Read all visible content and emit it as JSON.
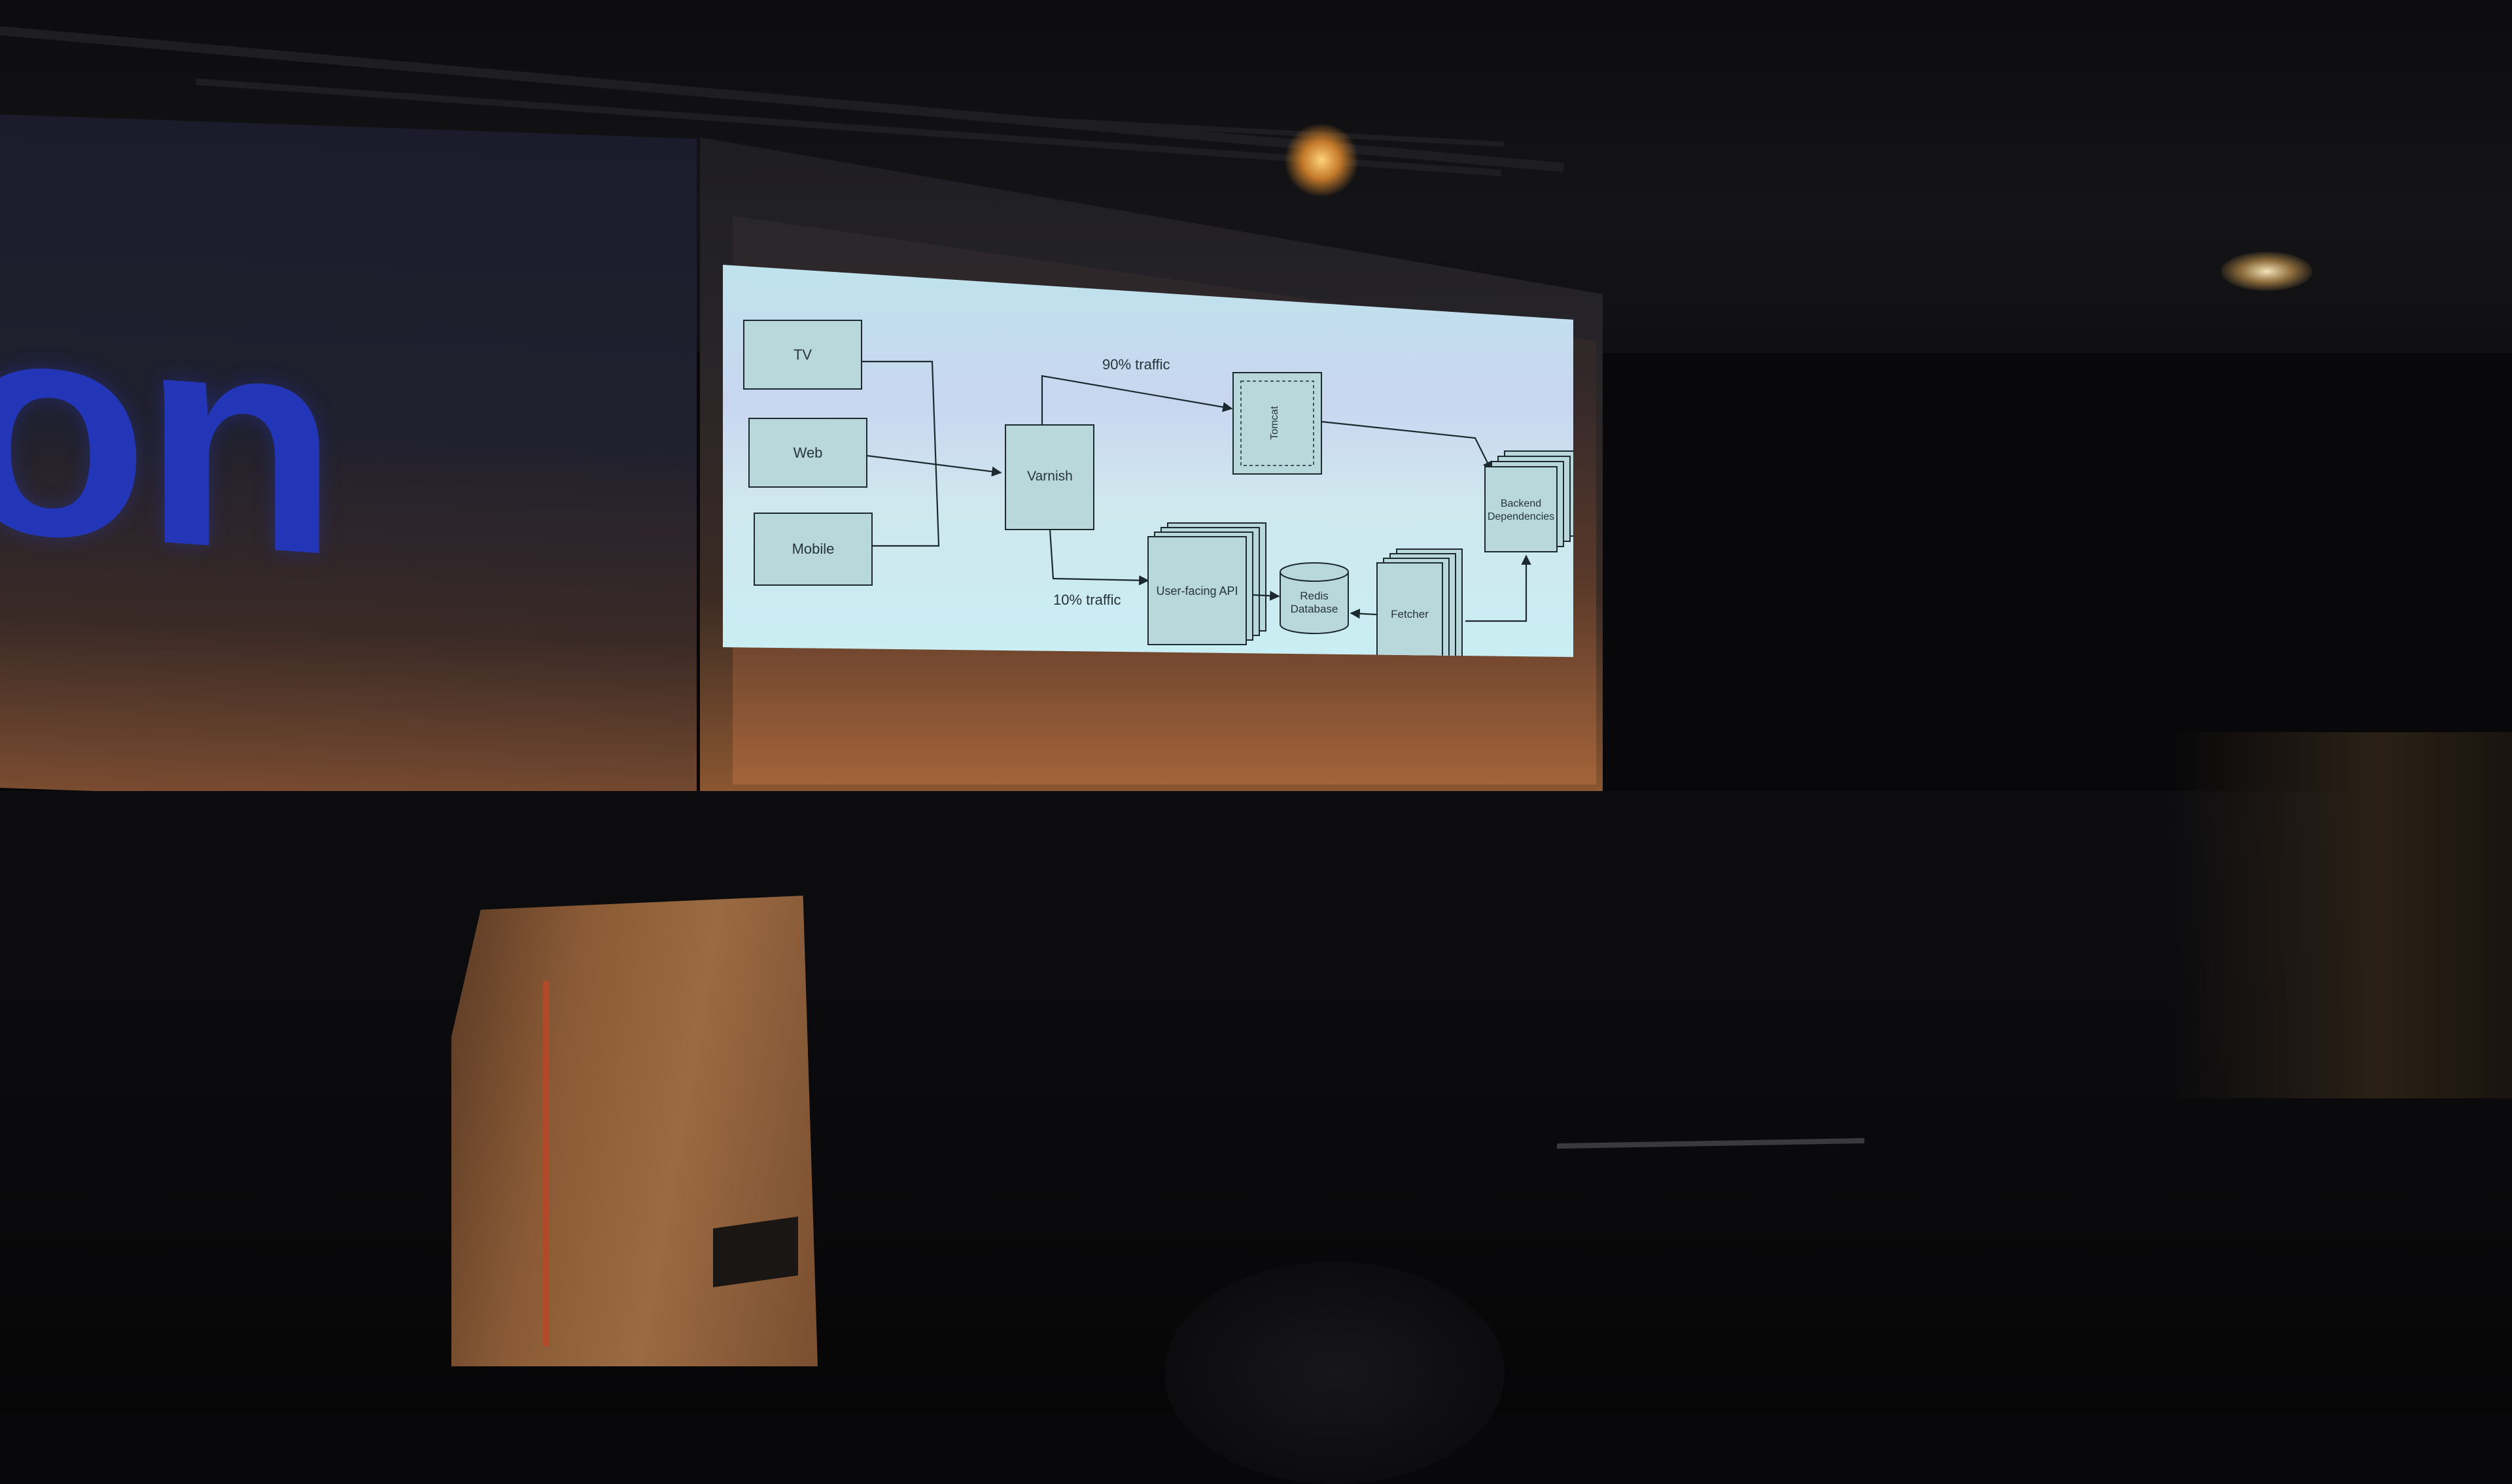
{
  "background_word": "on",
  "slide": {
    "nodes": {
      "tv": "TV",
      "web": "Web",
      "mobile": "Mobile",
      "varnish": "Varnish",
      "tomcat": "Tomcat",
      "user_facing_api": "User-facing API",
      "redis_line1": "Redis",
      "redis_line2": "Database",
      "fetcher": "Fetcher",
      "backend_line1": "Backend",
      "backend_line2": "Dependencies"
    },
    "edge_labels": {
      "top_traffic": "90% traffic",
      "bottom_traffic": "10% traffic"
    }
  },
  "colors": {
    "slide_bg": "#c8e6ee",
    "box_fill": "#b9d8dc",
    "stroke": "#1c2a30",
    "brand_blue": "#2436b8"
  }
}
